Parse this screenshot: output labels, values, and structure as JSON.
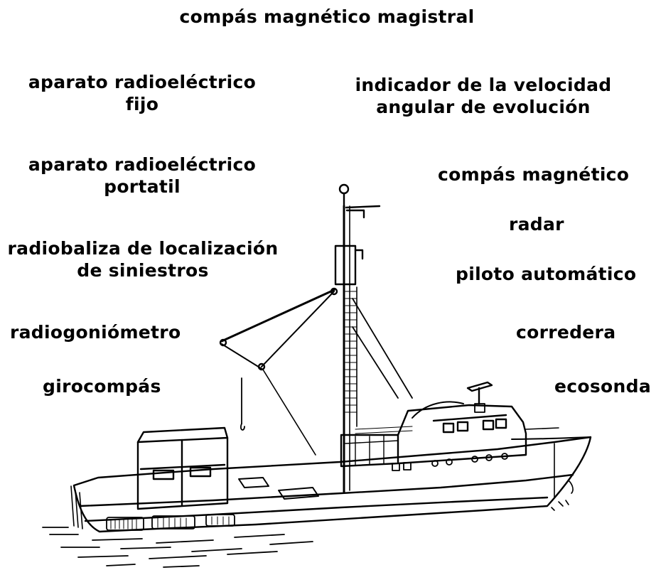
{
  "labels": {
    "compas_magistral": "compás magnético magistral",
    "radio_fijo_1": "aparato radioeléctrico",
    "radio_fijo_2": "fijo",
    "indicador_1": "indicador de la velocidad",
    "indicador_2": "angular de evolución",
    "radio_portatil_1": "aparato radioeléctrico",
    "radio_portatil_2": "portatil",
    "compas_magnetico": "compás magnético",
    "radar": "radar",
    "radiobaliza_1": "radiobaliza de localización",
    "radiobaliza_2": "de siniestros",
    "piloto_automatico": "piloto automático",
    "radiogoniometro": "radiogoniómetro",
    "corredera": "corredera",
    "girocompas": "girocompás",
    "ecosonda": "ecosonda"
  },
  "illustration": {
    "subject": "fishing-trawler",
    "style": "black line drawing",
    "stroke_color": "#000000"
  }
}
